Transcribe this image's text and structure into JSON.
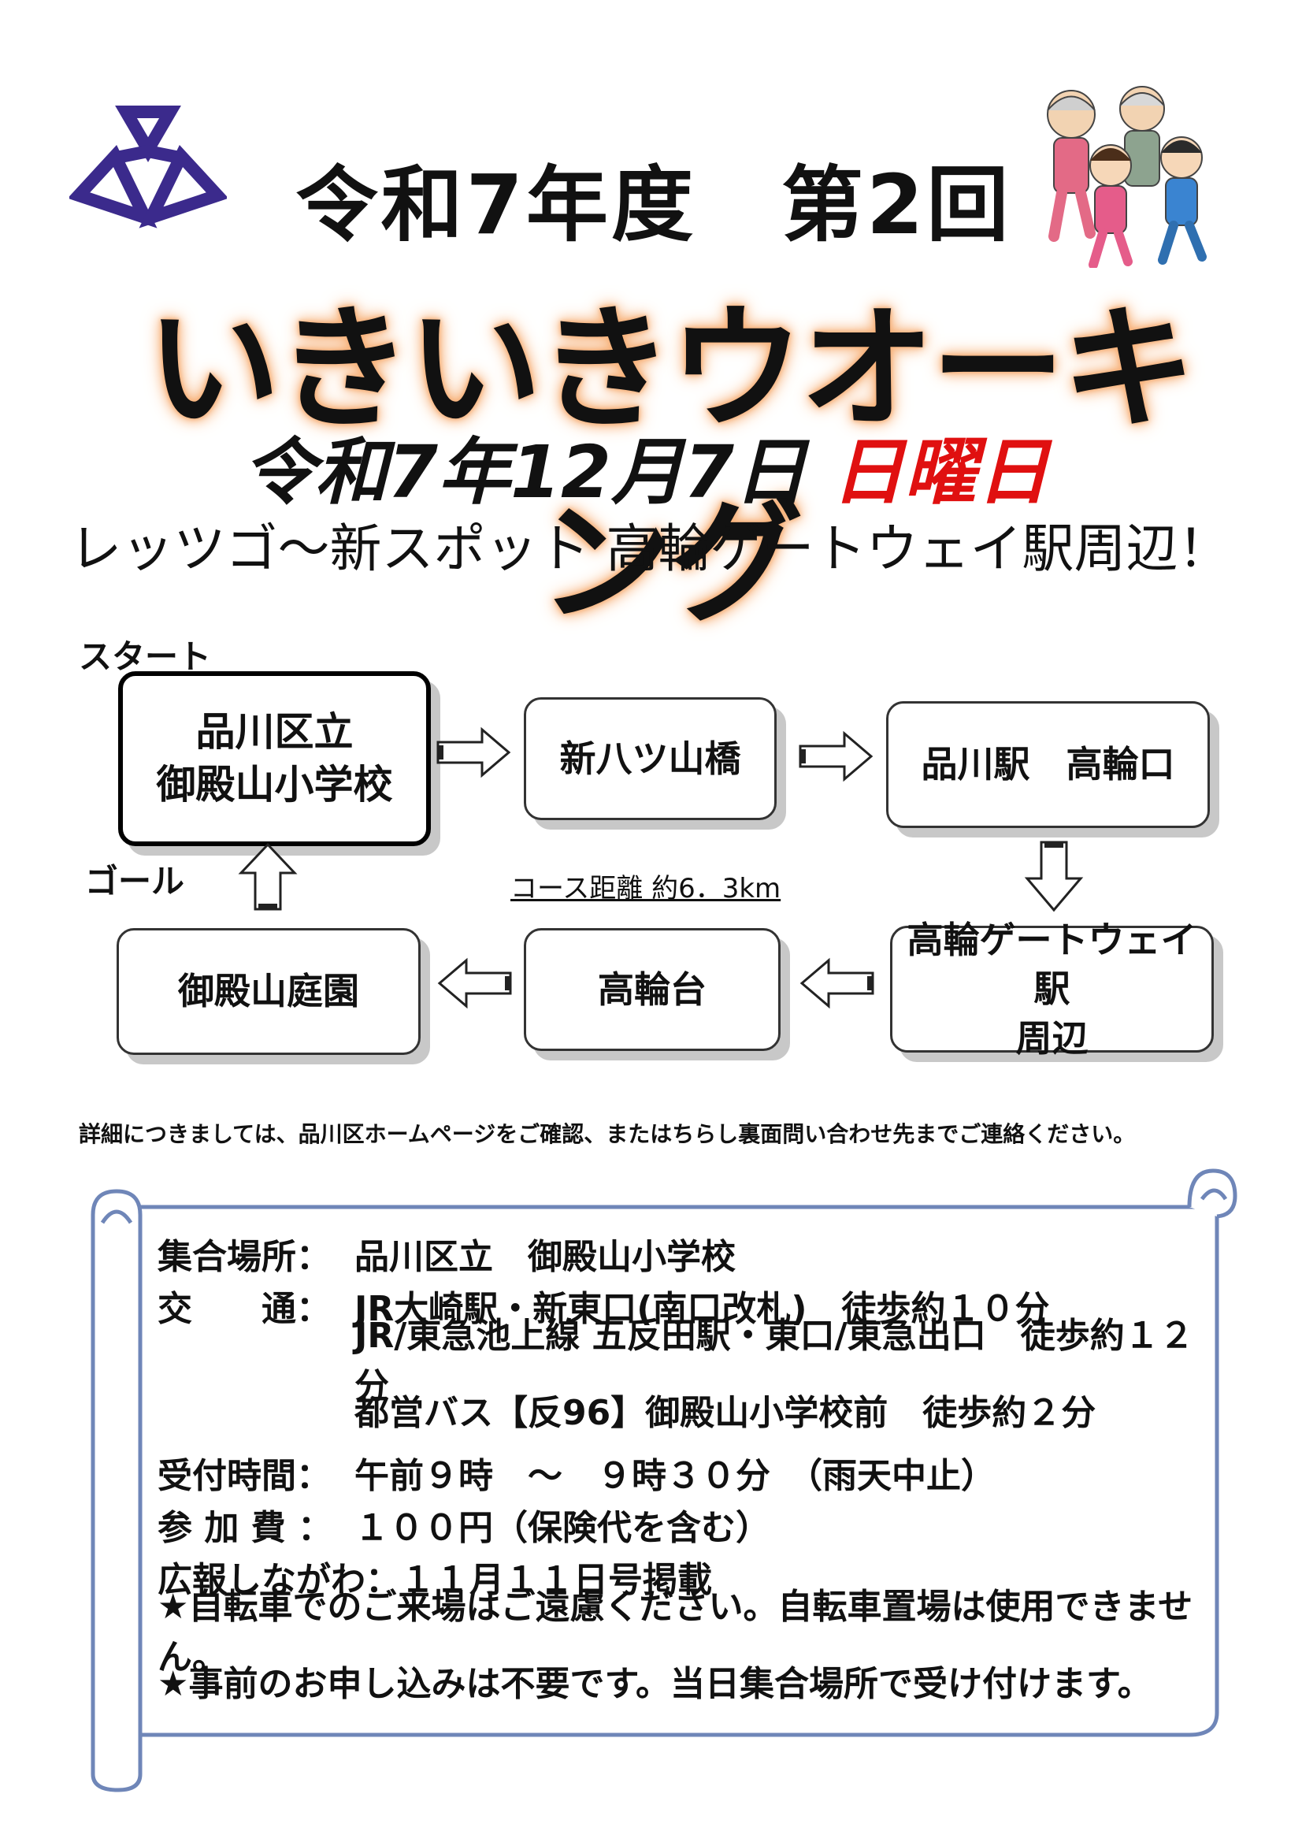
{
  "header": {
    "line": "令和7年度　第2回",
    "title": "いきいきウオーキング",
    "date": "令和7年12月7日",
    "weekday": "日曜日",
    "subtitle": "レッツゴ～新スポット 高輪ゲートウェイ駅周辺！"
  },
  "icons": {
    "logo": "shinagawa-ward-emblem",
    "illustration": "walking-people-illustration"
  },
  "colors": {
    "emblem": "#3b2a8c",
    "weekday": "#e01010",
    "title_glow": "#f7b27a",
    "scroll_border": "#6f86b8"
  },
  "course": {
    "start_label": "スタート",
    "goal_label": "ゴール",
    "distance": "コース距離 約6．3km",
    "stops": [
      {
        "line1": "品川区立",
        "line2": "御殿山小学校"
      },
      {
        "line1": "新八ツ山橋",
        "line2": ""
      },
      {
        "line1": "品川駅　高輪口",
        "line2": ""
      },
      {
        "line1": "高輪ゲートウェイ駅",
        "line2": "周辺"
      },
      {
        "line1": "高輪台",
        "line2": ""
      },
      {
        "line1": "御殿山庭園",
        "line2": ""
      }
    ]
  },
  "notice": "詳細につきましては、品川区ホームページをご確認、またはちらし裏面問い合わせ先までご連絡ください。",
  "info": {
    "meeting_key": "集合場所：",
    "meeting_val": "品川区立　御殿山小学校",
    "access_key": "交　　通：",
    "access_1": "JR大崎駅・新東口(南口改札)　徒歩約１０分",
    "access_2": "JR/東急池上線 五反田駅・東口/東急出口　徒歩約１２分",
    "access_3": "都営バス【反96】御殿山小学校前　徒歩約２分",
    "reception_key": "受付時間：",
    "reception_val": "午前９時　～　９時３０分　（雨天中止）",
    "fee_key": "参 加 費 ：",
    "fee_val": "１００円（保険代を含む）",
    "pr_line": "広報しながわ：１１月１１日号掲載",
    "note_1": "★自転車でのご来場はご遠慮ください。自転車置場は使用できません。",
    "note_2": "★事前のお申し込みは不要です。当日集合場所で受け付けます。"
  }
}
